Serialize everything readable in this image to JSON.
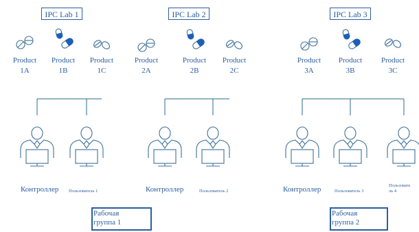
{
  "labs": [
    {
      "title": "IPC Lab 1",
      "products": [
        {
          "line1": "Product",
          "line2": "1A",
          "icon": "round-tablets-icon"
        },
        {
          "line1": "Product",
          "line2": "1B",
          "icon": "capsules-icon"
        },
        {
          "line1": "Product",
          "line2": "1C",
          "icon": "oval-tablets-icon"
        }
      ],
      "users": [
        {
          "label": "Контроллер",
          "size": "big"
        },
        {
          "label": "Пользователь 1",
          "size": "small"
        }
      ],
      "group": {
        "line1": "Рабочая",
        "line2": "группа 1"
      }
    },
    {
      "title": "IPC Lab 2",
      "products": [
        {
          "line1": "Product",
          "line2": "2A",
          "icon": "round-tablets-icon"
        },
        {
          "line1": "Product",
          "line2": "2B",
          "icon": "capsules-icon"
        },
        {
          "line1": "Product",
          "line2": "2C",
          "icon": "oval-tablets-icon"
        }
      ],
      "users": [
        {
          "label": "Контроллер",
          "size": "big"
        },
        {
          "label": "Пользователь 2",
          "size": "small"
        }
      ]
    },
    {
      "title": "IPC Lab 3",
      "products": [
        {
          "line1": "Product",
          "line2": "3A",
          "icon": "round-tablets-icon"
        },
        {
          "line1": "Product",
          "line2": "3B",
          "icon": "capsules-icon"
        },
        {
          "line1": "Product",
          "line2": "3C",
          "icon": "oval-tablets-icon"
        }
      ],
      "users": [
        {
          "label": "Контроллер",
          "size": "big"
        },
        {
          "label": "Пользователь 3",
          "size": "small"
        },
        {
          "label": "Пользовате ль 4",
          "size": "small"
        }
      ],
      "group": {
        "line1": "Рабочая",
        "line2": "группа 2"
      }
    }
  ],
  "colors": {
    "text": "#2a5d9f",
    "capsule": "#1d5fb8",
    "line": "#2a6a8a"
  }
}
